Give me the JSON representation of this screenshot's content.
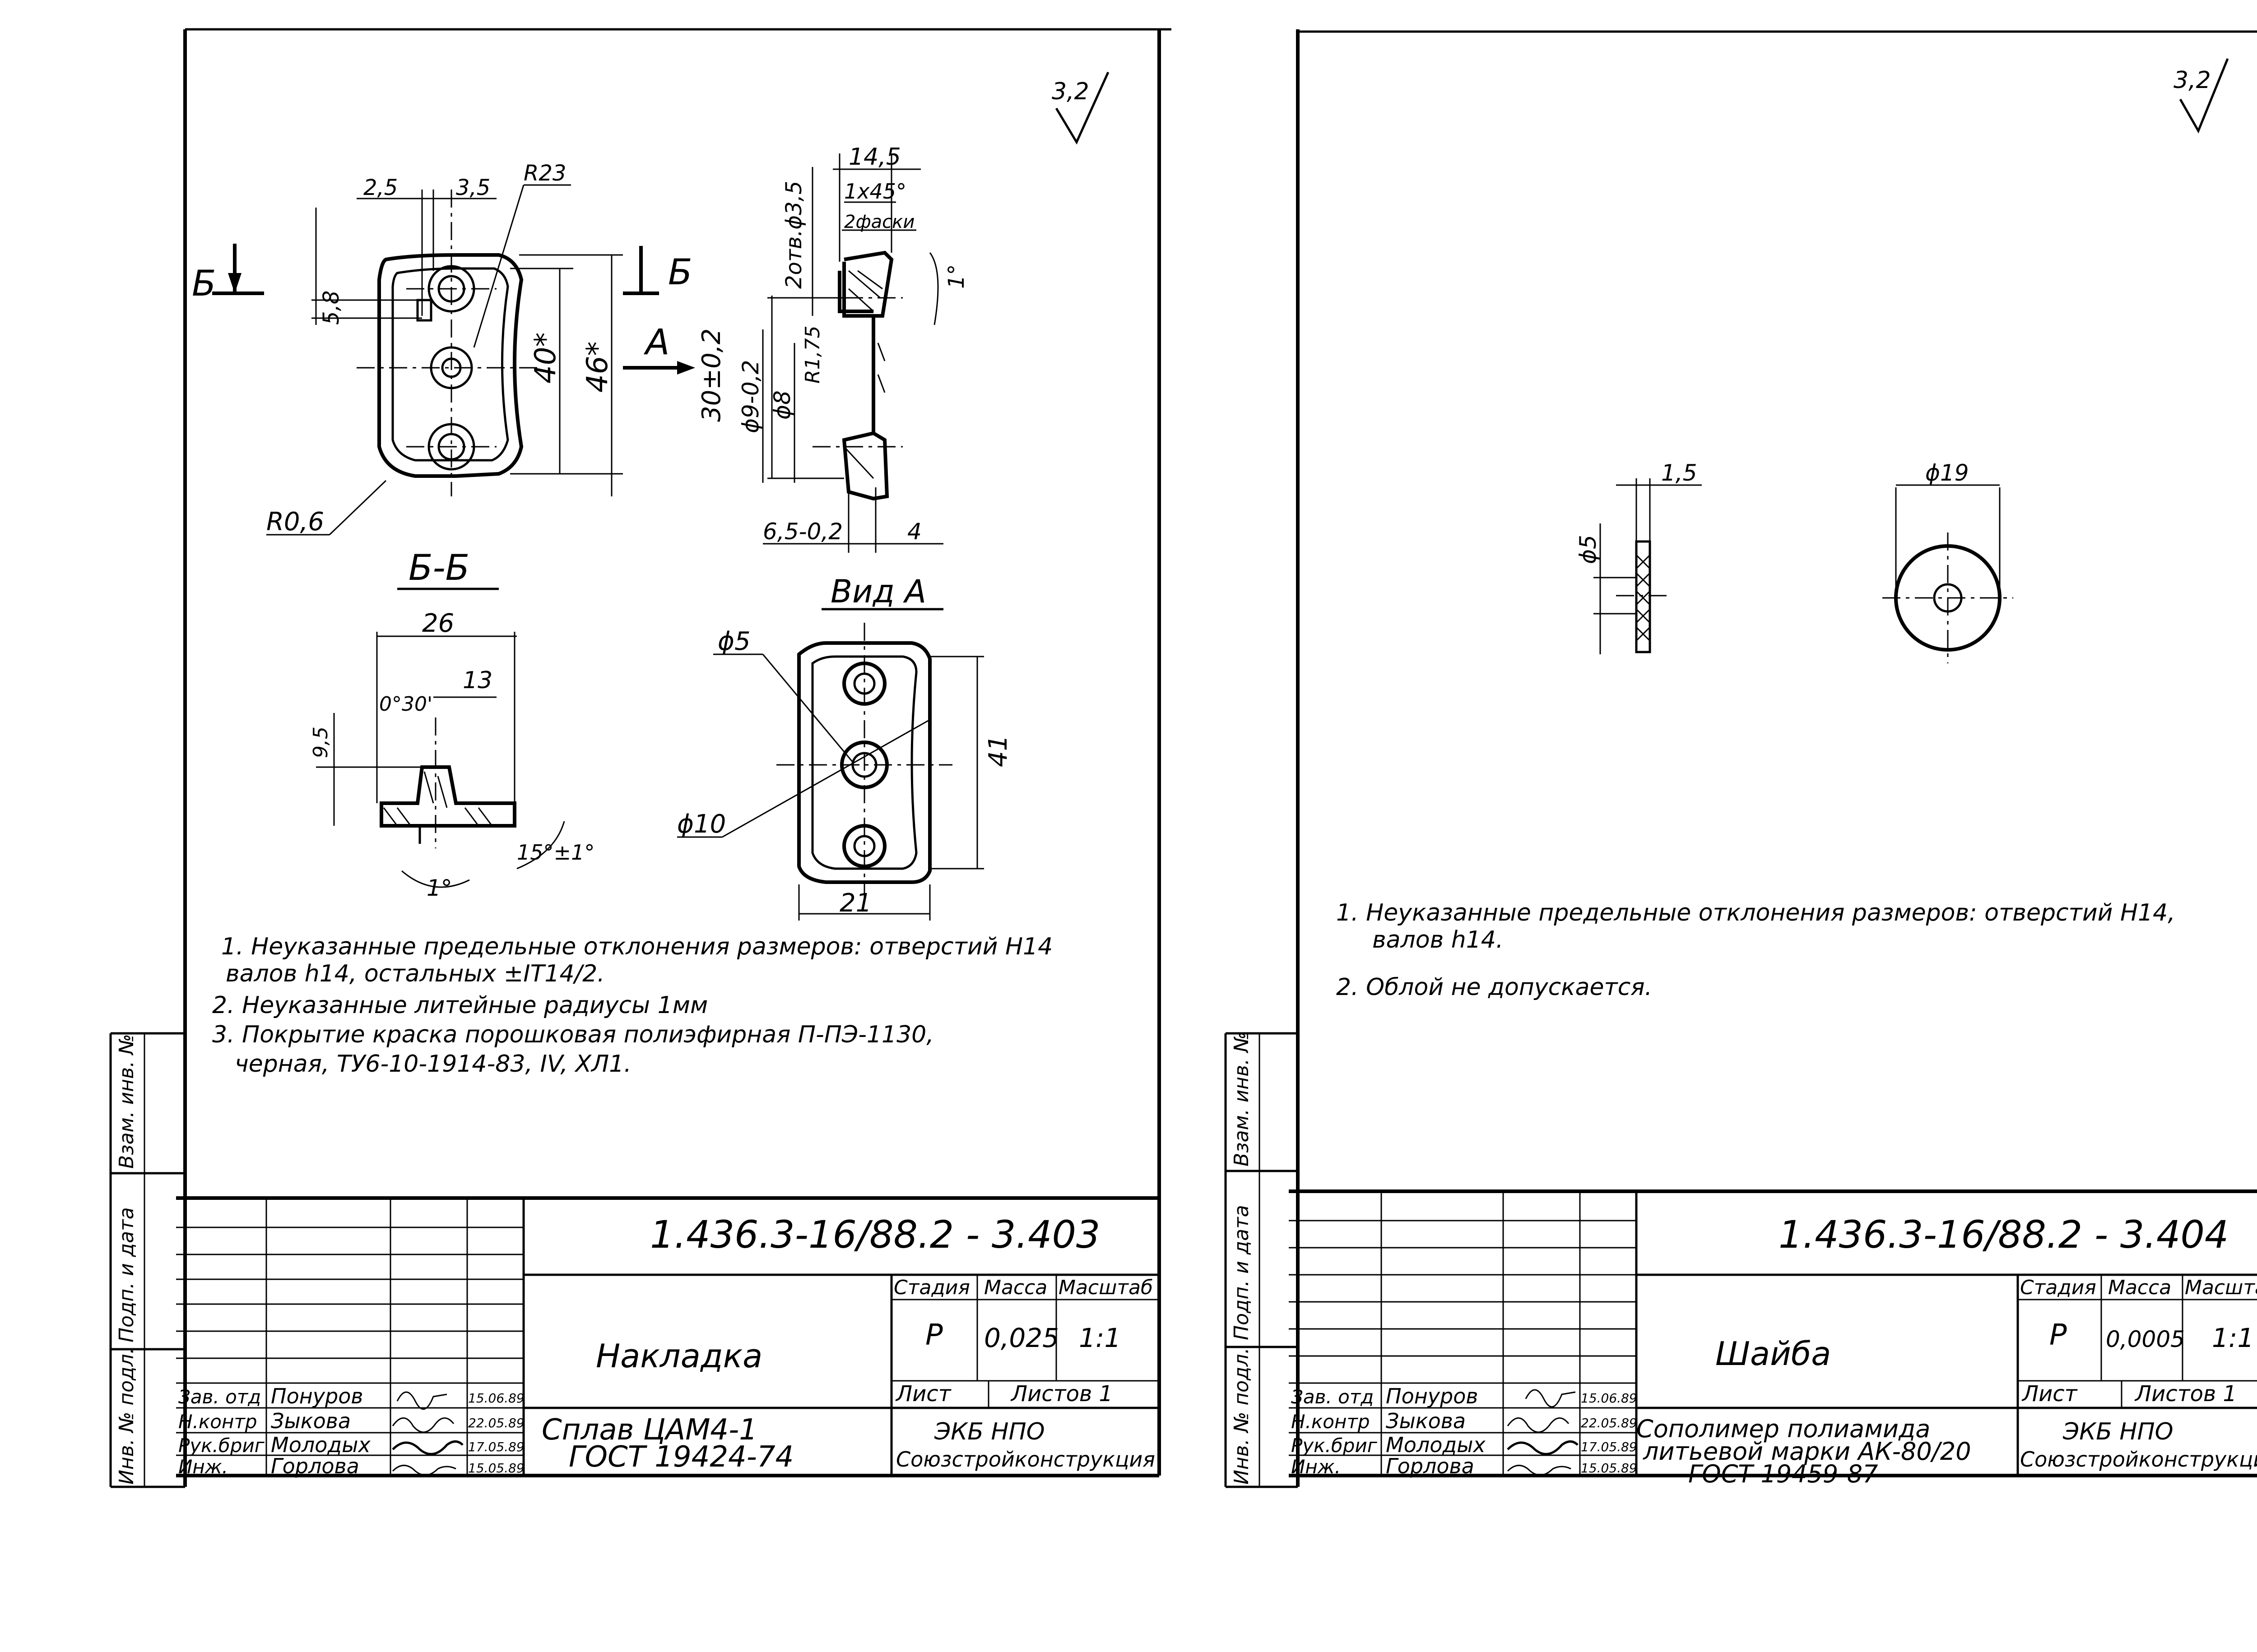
{
  "sheet_left": {
    "roughness": "3,2",
    "dims": {
      "d2_5": "2,5",
      "d3_5": "3,5",
      "r23": "R23",
      "d5_8": "5,8",
      "d40": "40*",
      "d46": "46*",
      "r06": "R0,6",
      "d14_5": "14,5",
      "holes": "2отв.ϕ3,5",
      "chamfer": "1x45°",
      "chamfers2": "2фаски",
      "ang1": "1°",
      "d30": "30±0,2",
      "d9": "ϕ9-0,2",
      "d8": "ϕ8",
      "r175": "R1,75",
      "d65": "6,5-0,2",
      "d4": "4",
      "d26": "26",
      "ang030": "0°30'",
      "d13": "13",
      "d95": "9,5",
      "ang15": "15°±1°",
      "ang1b": "1°",
      "d5": "ϕ5",
      "d10": "ϕ10",
      "d41": "41",
      "d21": "21"
    },
    "section_mark": "Б",
    "arrow_a": "А",
    "section_title": "Б-Б",
    "view_title": "Вид А",
    "notes": [
      "1. Неуказанные предельные отклонения размеров: отверстий H14",
      "валов h14,   остальных ±IT14/2.",
      "2. Неуказанные литейные радиусы   1мм",
      "3. Покрытие краска порошковая полиэфирная   П-ПЭ-1130,",
      "черная,  ТУ6-10-1914-83, IV, ХЛ1."
    ],
    "designation": "1.436.3-16/88.2 - 3.403",
    "name": "Накладка",
    "material": [
      "Сплав ЦАМ4-1",
      "ГОСТ 19424-74"
    ],
    "stage_hdr": "Стадия",
    "mass_hdr": "Масса",
    "scale_hdr": "Масштаб",
    "stage": "Р",
    "mass": "0,025",
    "scale": "1:1",
    "sheet_lbl": "Лист",
    "sheets_lbl": "Листов 1",
    "org": [
      "ЭКБ    НПО",
      "Союзстройконструкция"
    ],
    "roles": [
      "Зав. отд",
      "Н.контр",
      "Рук.бриг",
      "Инж."
    ],
    "names": [
      "Понуров",
      "Зыкова",
      "Молодых",
      "Горлова"
    ],
    "dates": [
      "15.06.89",
      "22.05.89",
      "17.05.89",
      "15.05.89"
    ],
    "side": [
      "Инв. № подл.",
      "Подп. и дата",
      "Взам. инв. №"
    ]
  },
  "sheet_right": {
    "roughness": "3,2",
    "dims": {
      "d15": "1,5",
      "d5": "ϕ5",
      "d19": "ϕ19"
    },
    "notes": [
      "1. Неуказанные   предельные отклонения размеров: отверстий H14,",
      "валов h14.",
      "2. Облой   не допускается."
    ],
    "designation": "1.436.3-16/88.2 - 3.404",
    "name": "Шайба",
    "material": [
      "Сополимер полиамида",
      "литьевой марки АК-80/20",
      "ГОСТ 19459-87"
    ],
    "stage_hdr": "Стадия",
    "mass_hdr": "Масса",
    "scale_hdr": "Масштаб",
    "stage": "Р",
    "mass": "0,0005",
    "scale": "1:1",
    "sheet_lbl": "Лист",
    "sheets_lbl": "Листов 1",
    "org": [
      "ЭКБ   НПО",
      "Союзстройконструкция"
    ],
    "roles": [
      "Зав. отд",
      "Н.контр",
      "Рук.бриг",
      "Инж."
    ],
    "names": [
      "Понуров",
      "Зыкова",
      "Молодых",
      "Горлова"
    ],
    "dates": [
      "15.06.89",
      "22.05.89",
      "17.05.89",
      "15.05.89"
    ],
    "side": [
      "Инв. № подл.",
      "Подп. и дата",
      "Взам. инв. №"
    ]
  }
}
